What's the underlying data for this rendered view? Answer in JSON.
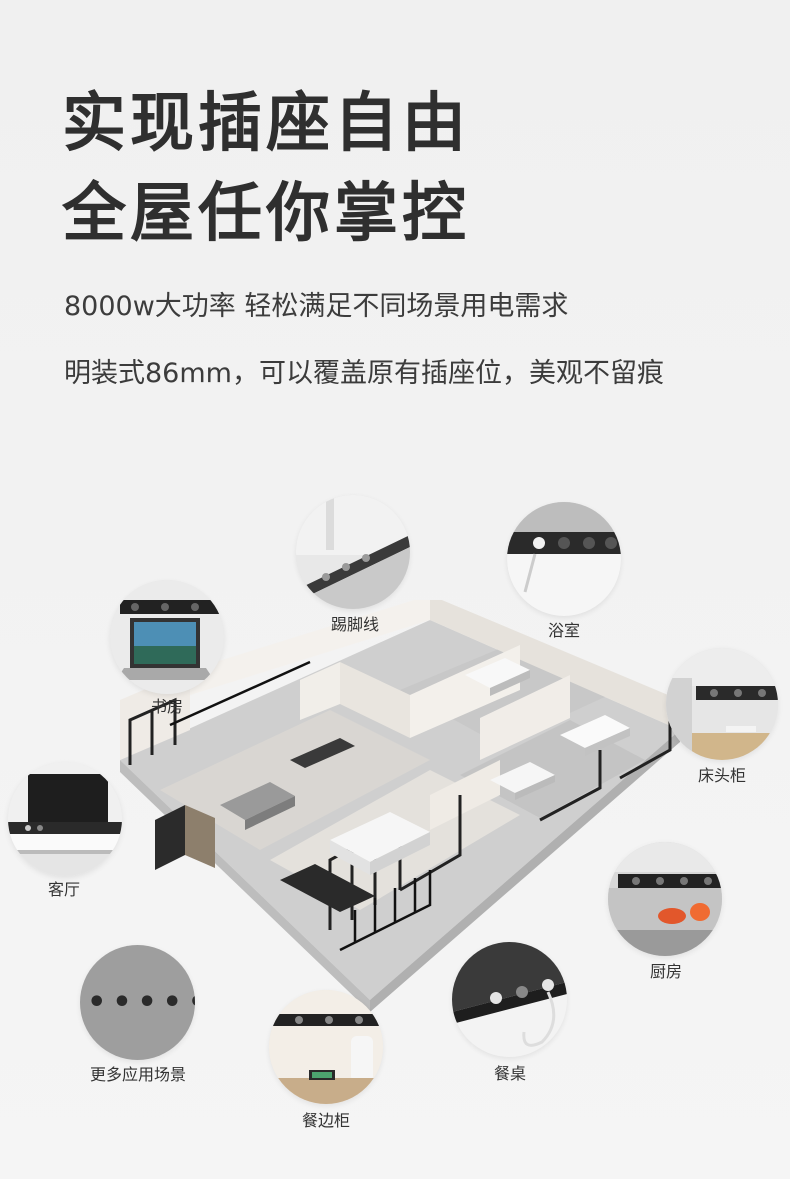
{
  "headline": {
    "line1": "实现插座自由",
    "line2": "全屋任你掌控"
  },
  "subtitles": {
    "line1": "8000w大功率 轻松满足不同场景用电需求",
    "line2": "明装式86mm，可以覆盖原有插座位，美观不留痕"
  },
  "scenes": {
    "baseboard": "踢脚线",
    "bathroom": "浴室",
    "study": "书房",
    "bedside": "床头柜",
    "living_room": "客厅",
    "kitchen": "厨房",
    "more": "更多应用场景",
    "more_dots": "••••••",
    "dining_table": "餐桌",
    "sideboard": "餐边柜"
  },
  "colors": {
    "headline": "#2f2f2f",
    "body_text": "#333333",
    "background": "#f2f2f2",
    "more_bubble": "#9e9e9e",
    "socket_track": "#1e1e1e"
  },
  "icons": [
    "house-floorplan-illustration",
    "power-track-socket-photo"
  ]
}
